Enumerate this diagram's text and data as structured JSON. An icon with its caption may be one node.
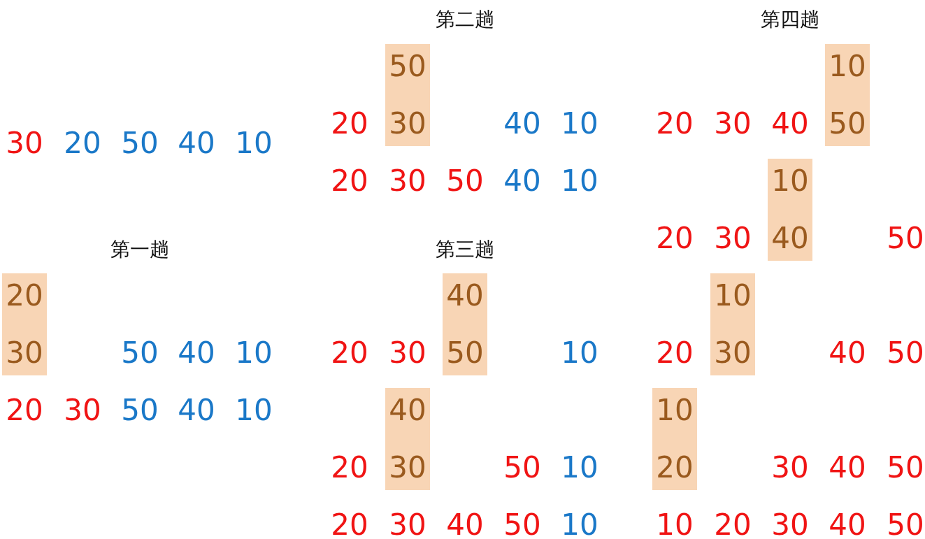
{
  "diagram": {
    "nodes": [
      {
        "text": [
          "20",
          "30"
        ]
      },
      {
        "text": [
          "50",
          "30"
        ]
      },
      {
        "text": [
          "40",
          "50"
        ]
      },
      {
        "text": [
          "40",
          "30"
        ]
      },
      {
        "text": [
          "10",
          "50"
        ]
      },
      {
        "text": [
          "10",
          "40"
        ]
      },
      {
        "text": [
          "10",
          "30"
        ]
      },
      {
        "text": [
          "10",
          "20"
        ]
      }
    ],
    "labels": [
      "30",
      "20",
      "50",
      "40",
      "10",
      "第一趟",
      "50",
      "40",
      "10",
      "20",
      "30",
      "50",
      "40",
      "10",
      "第二趟",
      "20",
      "40",
      "10",
      "20",
      "30",
      "50",
      "40",
      "10",
      "第三趟",
      "20",
      "30",
      "10",
      "20",
      "50",
      "10",
      "20",
      "30",
      "40",
      "50",
      "10",
      "第四趟",
      "20",
      "30",
      "40",
      "20",
      "30",
      "50",
      "20",
      "40",
      "50",
      "30",
      "40",
      "50",
      "10",
      "20",
      "30",
      "40",
      "50"
    ]
  }
}
